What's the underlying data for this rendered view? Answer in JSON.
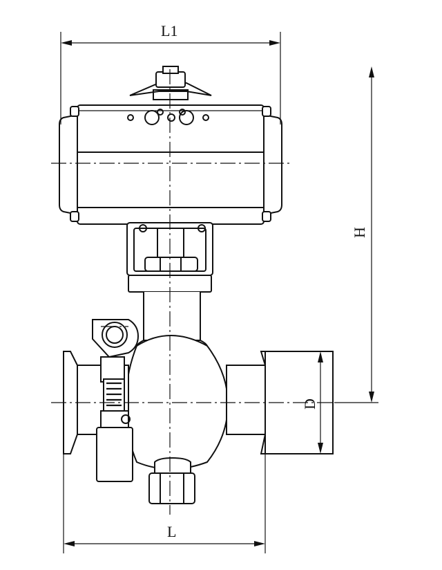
{
  "dimensions": {
    "overall_width_label": "L1",
    "height_label": "H",
    "diameter_label": "D",
    "length_label": "L"
  }
}
